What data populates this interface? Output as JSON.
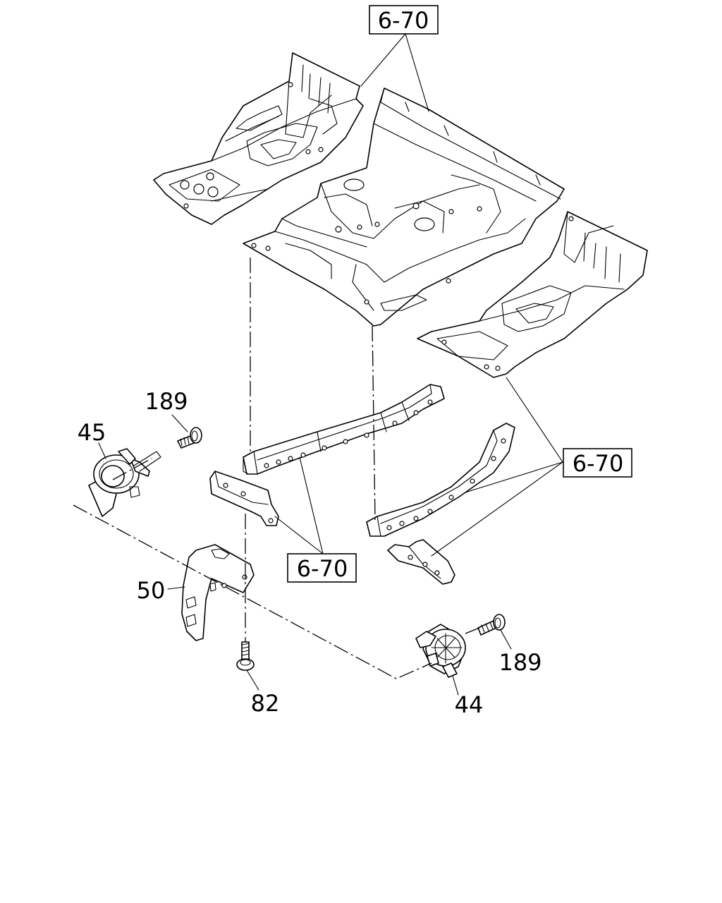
{
  "callouts": {
    "ref_top": "6-70",
    "ref_right": "6-70",
    "ref_middle": "6-70",
    "bolt_upper": "189",
    "horn_left": "45",
    "bracket": "50",
    "bolt_lower": "82",
    "bolt_right": "189",
    "horn_right": "44"
  }
}
